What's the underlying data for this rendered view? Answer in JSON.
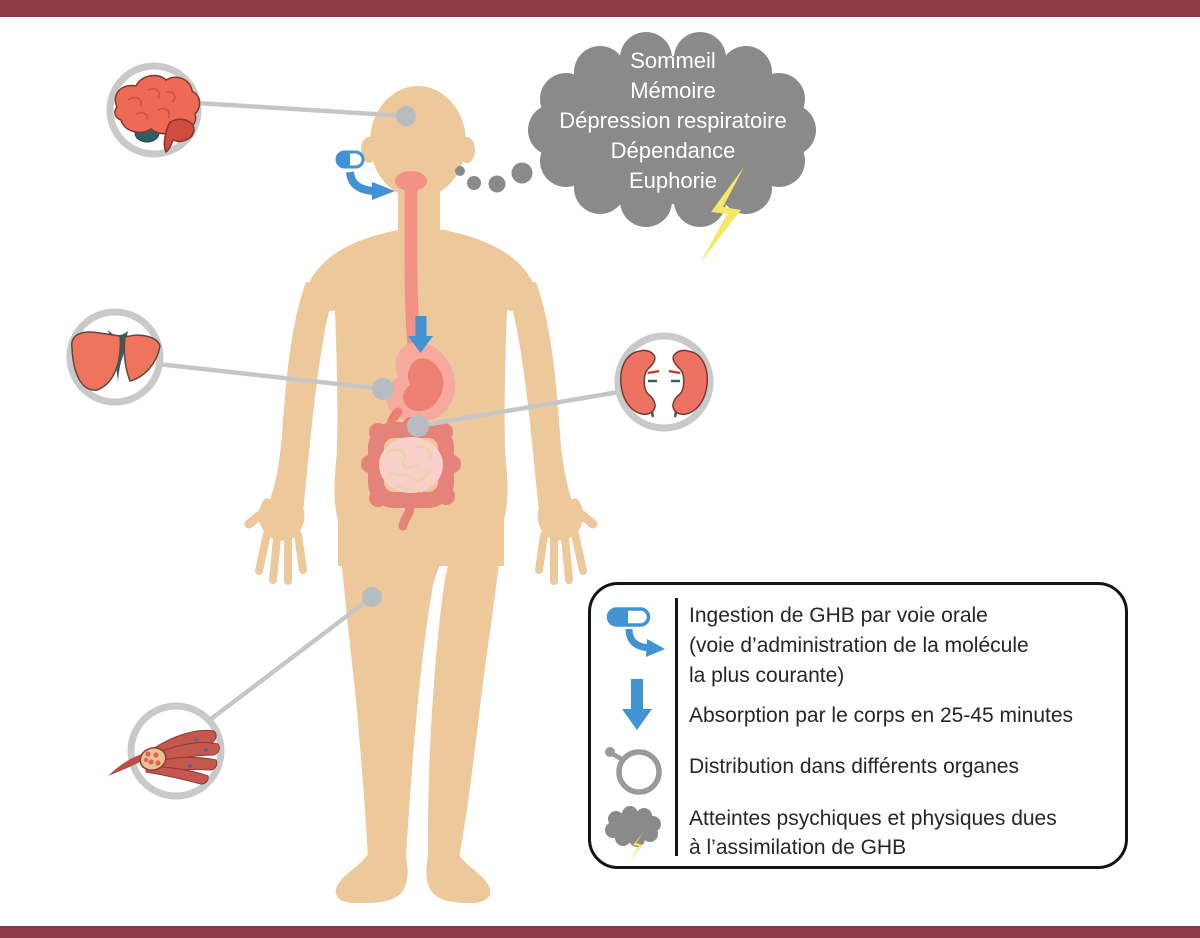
{
  "colors": {
    "accent_blue": "#4193d3",
    "skin": "#ecc89b",
    "cloud_gray": "#8a8a8a",
    "salmon": "#f29287",
    "maroon_bar": "#8d3a47",
    "lightning_yellow": "#f2e968",
    "circle_ring_gray": "#c9c9c9"
  },
  "cloud": {
    "lines": [
      "Sommeil",
      "Mémoire",
      "Dépression respiratoire",
      "Dépendance",
      "Euphorie"
    ]
  },
  "organ_icons": [
    "brain-icon",
    "liver-icon",
    "kidneys-icon",
    "muscle-icon"
  ],
  "legend": {
    "items": [
      {
        "icon": "pill-ingestion-icon",
        "lines": [
          "Ingestion de GHB par voie orale",
          "(voie d’administration de la molécule",
          "la plus courante)"
        ]
      },
      {
        "icon": "absorption-arrow-icon",
        "lines": [
          "Absorption par le corps en 25-45 minutes"
        ]
      },
      {
        "icon": "distribution-circle-icon",
        "lines": [
          "Distribution dans différents organes"
        ]
      },
      {
        "icon": "effects-cloud-icon",
        "lines": [
          "Atteintes psychiques et physiques dues",
          "à l’assimilation de GHB"
        ]
      }
    ]
  }
}
